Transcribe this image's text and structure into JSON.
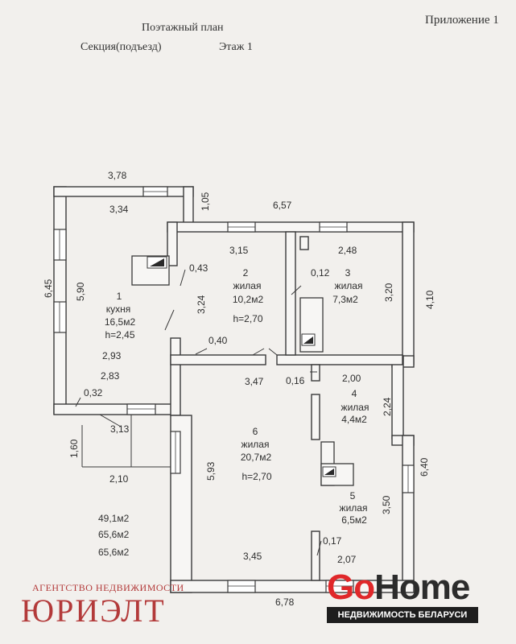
{
  "header": {
    "appendix": "Приложение 1",
    "title": "Поэтажный план",
    "section": "Секция(подъезд)",
    "floor": "Этаж  1"
  },
  "dimensions": {
    "top_left": "3,78",
    "top_left_inner": "3,34",
    "offset_105": "1,05",
    "top_right": "6,57",
    "room2_width": "3,15",
    "room3_width": "2,48",
    "left_outer": "6,45",
    "left_inner": "5,90",
    "wall_043": "0,43",
    "right_410": "4,10",
    "room3_height": "3,20",
    "room2_height": "3,24",
    "wall_040": "0,40",
    "wall_012": "0,12",
    "kitchen_293": "2,93",
    "kitchen_283": "2,83",
    "hall_347": "3,47",
    "wall_016": "0,16",
    "room4_width": "2,00",
    "room4_height": "2,24",
    "wall_032": "0,32",
    "porch_313": "3,13",
    "porch_160": "1,60",
    "porch_210": "2,10",
    "room6_height": "5,93",
    "right_640": "6,40",
    "room5_height": "3,50",
    "wall_017": "0,17",
    "bottom_inner": "3,45",
    "room5_width": "2,07",
    "bottom_outer": "6,78"
  },
  "rooms": {
    "r1": {
      "num": "1",
      "name": "кухня",
      "area": "16,5м2",
      "height": "h=2,45"
    },
    "r2": {
      "num": "2",
      "name": "жилая",
      "area": "10,2м2",
      "height": "h=2,70"
    },
    "r3": {
      "num": "3",
      "name": "жилая",
      "area": "7,3м2"
    },
    "r4": {
      "num": "4",
      "name": "жилая",
      "area": "4,4м2"
    },
    "r5": {
      "num": "5",
      "name": "жилая",
      "area": "6,5м2"
    },
    "r6": {
      "num": "6",
      "name": "жилая",
      "area": "20,7м2",
      "height": "h=2,70"
    }
  },
  "totals": [
    "49,1м2",
    "65,6м2",
    "65,6м2"
  ],
  "watermarks": {
    "agency_small": "АГЕНТСТВО НЕДВИЖИМОСТИ",
    "agency_big": "ЮРИЭЛТ",
    "logo_go": "Go",
    "logo_home": "Home",
    "logo_tagline": "НЕДВИЖИМОСТЬ БЕЛАРУСИ"
  },
  "colors": {
    "wall": "#f7f6f4",
    "stroke": "#3a3a3a",
    "accent": "#e0282a",
    "agency": "#b33a3a"
  }
}
